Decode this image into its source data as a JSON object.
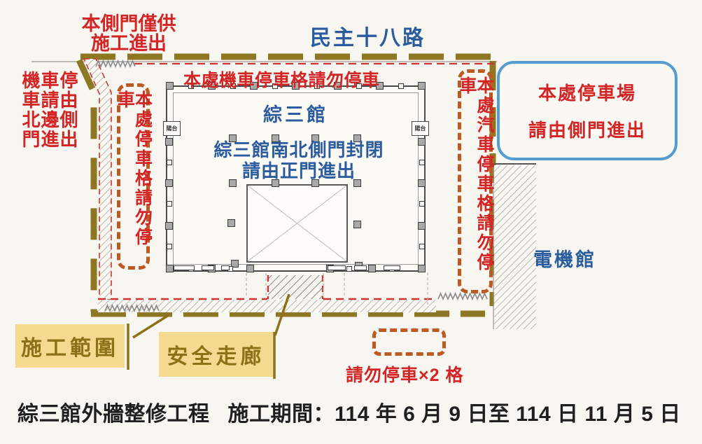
{
  "road": {
    "label": "民主十八路"
  },
  "notes": {
    "top_left_line1": "本側門僅供",
    "top_left_line2": "施工進出",
    "left_lines": [
      "機車停",
      "車請由",
      "北邊側",
      "門進出"
    ],
    "moto_parking": "本處機車停車格請勿停車",
    "no_parking_2": "請勿停車×2 格"
  },
  "boxes": {
    "left_parking": "本處停車格請勿停車",
    "right_parking": "本處汽車停車格請勿停車",
    "parking_lot_line1": "本處停車場",
    "parking_lot_line2": "請由側門進出"
  },
  "building": {
    "title": "綜三館",
    "note_line1": "綜三館南北側門封閉",
    "note_line2": "請由正門進出",
    "balcony_left": "陽台",
    "balcony_right": "陽台",
    "adjacent_building": "電機館"
  },
  "legend": {
    "construction_area": "施工範圍",
    "safety_corridor": "安全走廊"
  },
  "caption": {
    "project": "綜三館外牆整修工程",
    "period": "施工期間：114 年 6 月 9 日至 114 日 11 月 5 日"
  },
  "colors": {
    "red_text": "#d32525",
    "blue_text": "#2b5c9e",
    "olive_boundary": "#8e7722",
    "orange_dash": "#bd5a23",
    "yellow_legend": "#f5d98e",
    "blue_box_border": "#569dce"
  }
}
